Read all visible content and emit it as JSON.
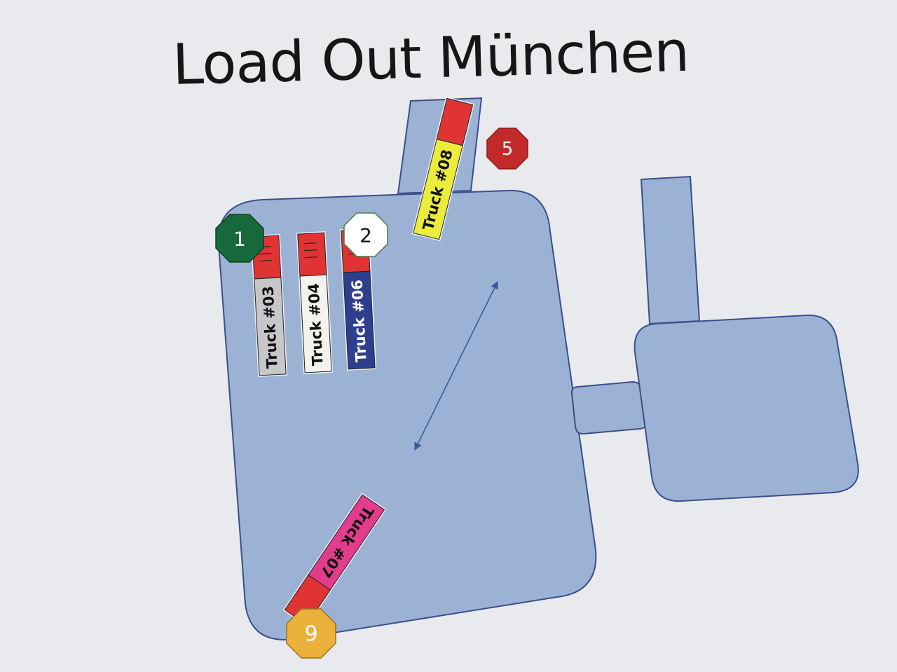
{
  "title": "Load Out München",
  "colors": {
    "area_fill": "#9cb2d5",
    "area_stroke": "#3a4f8a",
    "cab": "#e03434",
    "arrow": "#3a5a99"
  },
  "trucks": [
    {
      "label": "Truck #03",
      "color": "#c7c7c9",
      "text_color": "#111111"
    },
    {
      "label": "Truck #04",
      "color": "#f4f2ec",
      "text_color": "#111111"
    },
    {
      "label": "Truck #06",
      "color": "#2e3f8e",
      "text_color": "#ffffff"
    },
    {
      "label": "Truck #08",
      "color": "#ecec3c",
      "text_color": "#111111"
    },
    {
      "label": "Truck #07",
      "color": "#e23c8c",
      "text_color": "#111111"
    }
  ],
  "markers": [
    {
      "label": "1",
      "color": "#17683a",
      "text_color": "#ffffff"
    },
    {
      "label": "2",
      "color": "#ffffff",
      "text_color": "#111111"
    },
    {
      "label": "5",
      "color": "#c22a2a",
      "text_color": "#ffffff"
    },
    {
      "label": "9",
      "color": "#eab23a",
      "text_color": "#ffffff"
    }
  ]
}
